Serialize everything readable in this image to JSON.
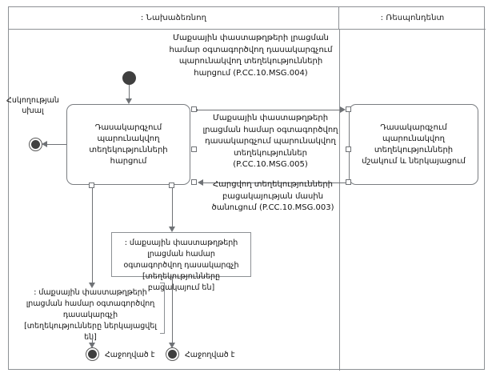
{
  "diagram": {
    "title": "UML activity diagram with swimlanes",
    "lanes": [
      {
        "id": "initiator",
        "label": ": Նախաձեռնող"
      },
      {
        "id": "respondent",
        "label": ": Ռեսպոնդենտ"
      }
    ],
    "top_message": "Մաքսային փաստաթղթերի լրացման համար օգտագործվող դասակարգչում պարունակվող տեղեկությունների հարցում (P.CC.10.MSG.004)",
    "activities": [
      {
        "id": "request",
        "label": "Դասակարգչում պարունակվող տեղեկությունների հարցում"
      },
      {
        "id": "process",
        "label": "Դասակարգչում պարունակվող տեղեկությունների մշակում և ներկայացում"
      }
    ],
    "messages": [
      {
        "id": "msg005",
        "label": "Մաքսային փաստաթղթերի լրացման համար օգտագործվող դասակարգչում պարունակվող տեղեկություններ (P.CC.10.MSG.005)"
      },
      {
        "id": "msg003",
        "label": "Հարցվող տեղեկությունների բացակայության մասին ծանուցում (P.CC.10.MSG.003)"
      }
    ],
    "notes": [
      {
        "id": "note-missing",
        "label": ": մաքսային փաստաթղթերի լրացման համար օգտագործվող դասակարգչի [տեղեկությունները բացակայում են]"
      },
      {
        "id": "note-presented",
        "label": ": մաքսային փաստաթղթերի լրացման համար օգտագործվող դասակարգչի [տեղեկությունները ներկայացվել են]"
      }
    ],
    "error_label": "Հսկողության սխալ",
    "final_labels": [
      {
        "id": "final-left",
        "label": "Հաջողված է"
      },
      {
        "id": "final-right",
        "label": "Հաջողված է"
      }
    ],
    "colors": {
      "line": "#6f7276",
      "frame": "#8d9094",
      "node": "#3f3f3f",
      "text": "#111111",
      "background": "#ffffff"
    }
  }
}
